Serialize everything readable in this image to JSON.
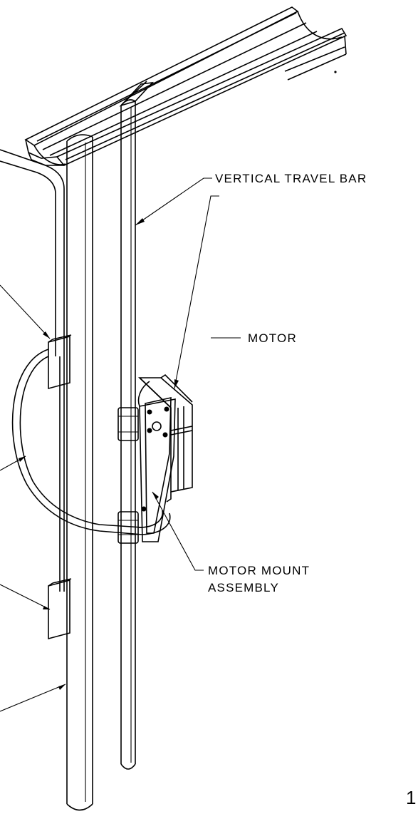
{
  "labels": {
    "vertical_travel_bar": "VERTICAL TRAVEL BAR",
    "motor": "MOTOR",
    "motor_mount_line1": "MOTOR MOUNT",
    "motor_mount_line2": "ASSEMBLY"
  },
  "page_number": "1"
}
